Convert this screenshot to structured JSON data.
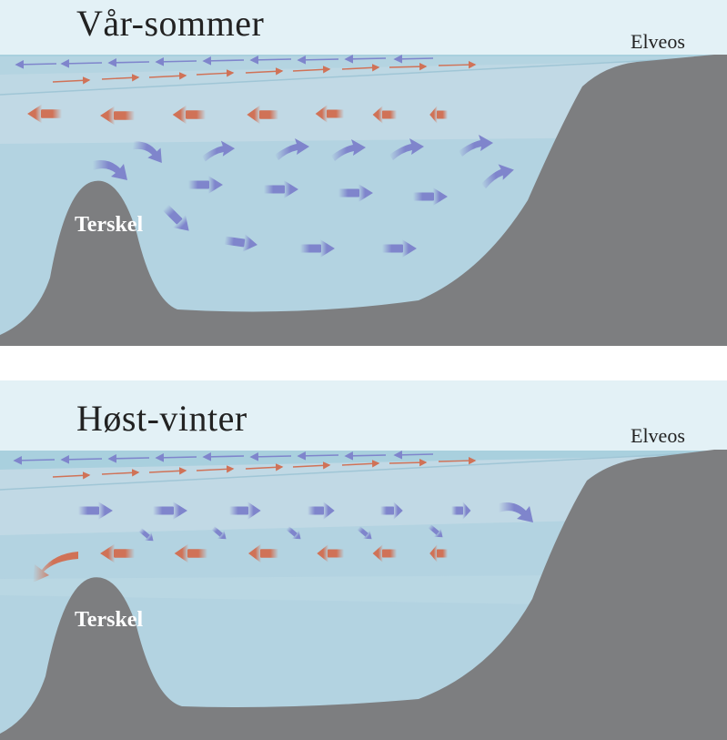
{
  "panels": [
    {
      "title": "Vår-sommer",
      "river_mouth_label": "Elveos",
      "sill_label": "Terskel"
    },
    {
      "title": "Høst-vinter",
      "river_mouth_label": "Elveos",
      "sill_label": "Terskel"
    }
  ],
  "colors": {
    "sky": "#e3f1f6",
    "surface_layer": "#a9d0de",
    "upper_layer": "#c1d9e5",
    "water": "#b3d3e1",
    "terrain": "#7d7e80",
    "inflow_arrow": "#7f85cc",
    "outflow_arrow": "#d07257",
    "label_text": "#222222",
    "sill_label_text": "#ffffff"
  }
}
